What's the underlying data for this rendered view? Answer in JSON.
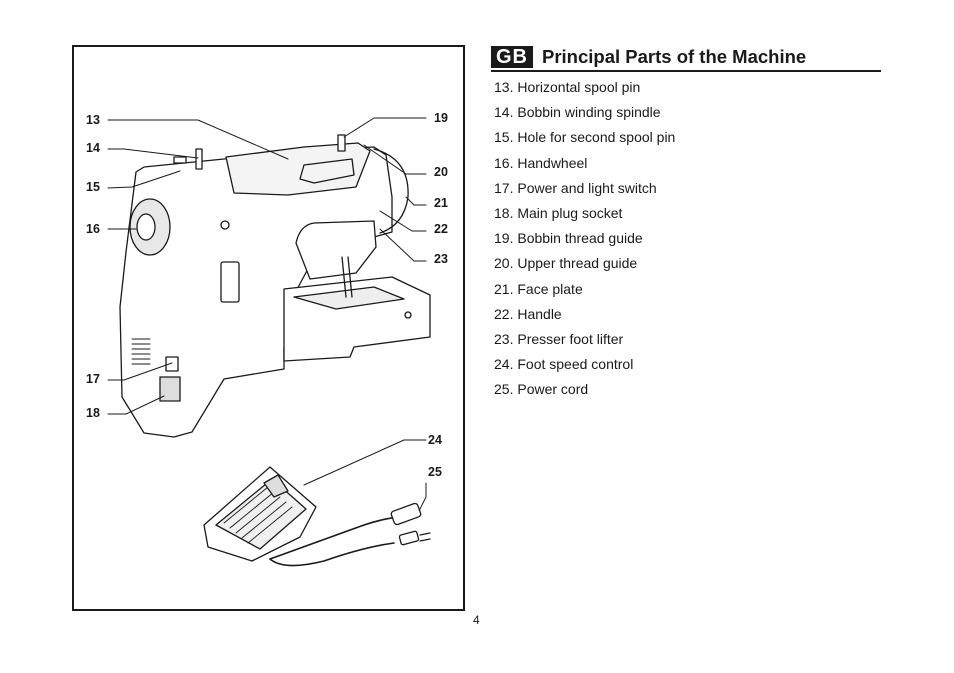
{
  "header": {
    "badge": "GB",
    "title": "Principal Parts of the Machine"
  },
  "parts": [
    "13. Horizontal spool pin",
    "14. Bobbin winding spindle",
    "15. Hole for second spool pin",
    "16. Handwheel",
    "17. Power and light switch",
    "18. Main plug socket",
    "19. Bobbin thread guide",
    "20. Upper thread guide",
    "21. Face plate",
    "22. Handle",
    "23. Presser foot lifter",
    "24. Foot speed control",
    "25. Power cord"
  ],
  "callouts": {
    "n13": "13",
    "n14": "14",
    "n15": "15",
    "n16": "16",
    "n17": "17",
    "n18": "18",
    "n19": "19",
    "n20": "20",
    "n21": "21",
    "n22": "22",
    "n23": "23",
    "n24": "24",
    "n25": "25"
  },
  "page_number": "4"
}
